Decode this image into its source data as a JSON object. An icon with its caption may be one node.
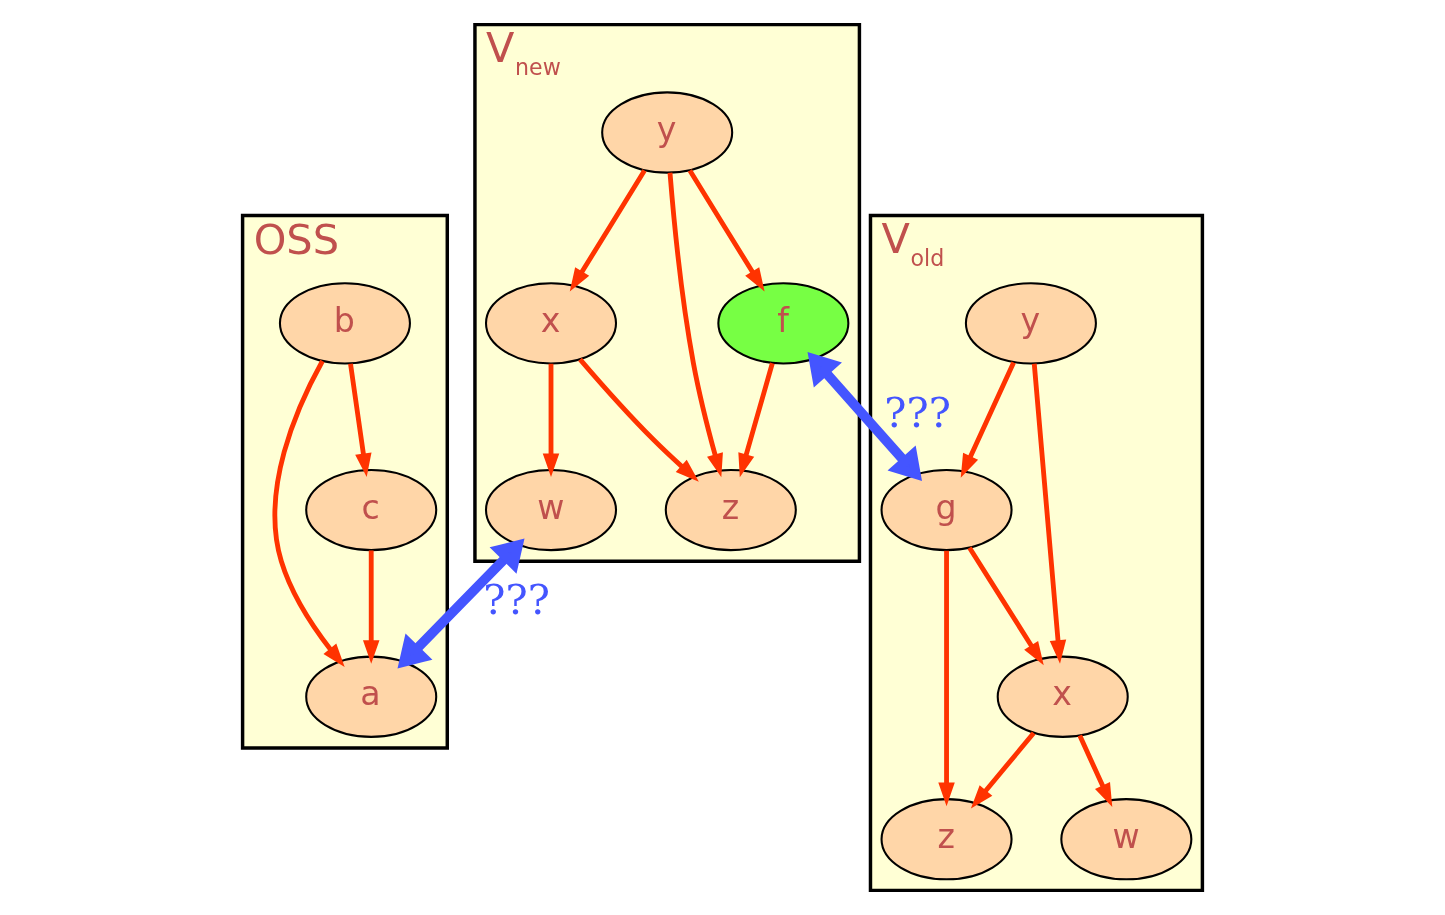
{
  "diagram": {
    "nodes": [
      {
        "text": [
          "V$_{new}$"
        ]
      },
      {
        "text": [
          "z"
        ],
        "in": 0
      },
      {
        "text": [
          "f"
        ],
        "in": 0
      },
      {
        "text": [
          "w"
        ],
        "in": 0
      },
      {
        "text": [
          "y"
        ],
        "in": 0
      },
      {
        "text": [
          "x"
        ],
        "in": 0
      },
      {
        "text": [
          "OSS"
        ]
      },
      {
        "text": [
          "c"
        ],
        "in": 6
      },
      {
        "text": [
          "a"
        ],
        "in": 6
      },
      {
        "text": [
          "b"
        ],
        "in": 6
      },
      {
        "text": [
          "V$_{old}$"
        ]
      },
      {
        "text": [
          "z"
        ],
        "in": 10
      },
      {
        "text": [
          "g"
        ],
        "in": 10
      },
      {
        "text": [
          "w"
        ],
        "in": 10
      },
      {
        "text": [
          "y"
        ],
        "in": 10
      },
      {
        "text": [
          "x"
        ],
        "in": 10
      }
    ],
    "edges": [
      {
        "from": 4,
        "to": 1,
        "arrow": "to"
      },
      {
        "from": 4,
        "to": 2,
        "arrow": "to"
      },
      {
        "from": 4,
        "to": 5,
        "arrow": "to"
      },
      {
        "from": 2,
        "to": 1,
        "arrow": "to"
      },
      {
        "from": 5,
        "to": 1,
        "arrow": "to"
      },
      {
        "from": 5,
        "to": 3,
        "arrow": "to"
      },
      {
        "from": 7,
        "to": 8,
        "arrow": "to"
      },
      {
        "from": 9,
        "to": 8,
        "arrow": "to"
      },
      {
        "from": 9,
        "to": 7,
        "arrow": "to"
      },
      {
        "from": 3,
        "to": 8,
        "arrow": "both",
        "label": "???",
        "style": "thick",
        "color": "#4455ff"
      },
      {
        "from": 2,
        "to": 12,
        "arrow": "both",
        "label": "???",
        "style": "thick",
        "color": "#4455ff"
      },
      {
        "from": 12,
        "to": 11,
        "arrow": "to"
      },
      {
        "from": 12,
        "to": 15,
        "arrow": "to"
      },
      {
        "from": 14,
        "to": 12,
        "arrow": "to"
      },
      {
        "from": 14,
        "to": 15,
        "arrow": "to"
      },
      {
        "from": 15,
        "to": 11,
        "arrow": "to"
      },
      {
        "from": 15,
        "to": 13,
        "arrow": "to"
      }
    ]
  }
}
